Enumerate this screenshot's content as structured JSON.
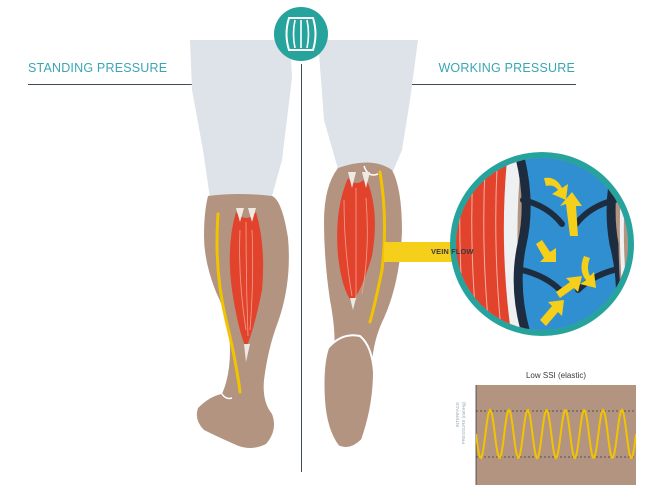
{
  "header": {
    "left_label": "STANDING PRESSURE",
    "right_label": "WORKING PRESSURE"
  },
  "callout": {
    "label": "VEIN FLOW"
  },
  "inset_chart": {
    "title": "Low SSI (elastic)",
    "ylabel_line1": "INTERFACE",
    "ylabel_line2": "PRESSURE (mmHg)"
  },
  "colors": {
    "accent": "#27a39d",
    "label_text": "#3aa6b4",
    "skin": "#b39481",
    "pants": "#dde3e8",
    "muscle": "#e2432c",
    "vein_line": "#f2c400",
    "blood": "#2f8fd0",
    "vein_wall": "#1d2d3f",
    "arrow": "#f5cf1a"
  },
  "icons": {
    "badge": "compression-sleeve-icon"
  }
}
